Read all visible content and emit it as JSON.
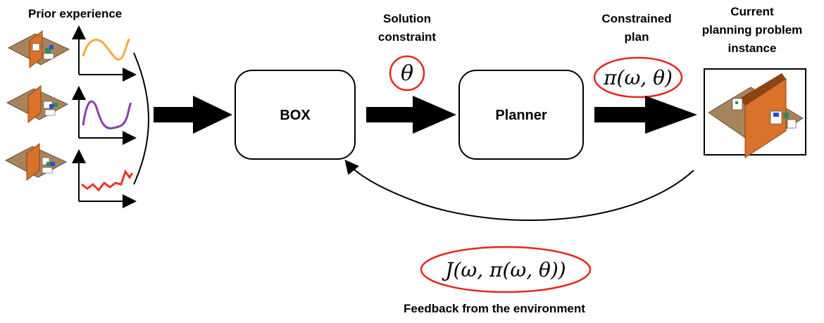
{
  "labels": {
    "prior": "Prior experience",
    "solution_line1": "Solution",
    "solution_line2": "constraint",
    "constrained_line1": "Constrained",
    "constrained_line2": "plan",
    "current_line1": "Current",
    "current_line2": "planning problem",
    "current_line3": "instance",
    "feedback": "Feedback from the environment"
  },
  "boxes": {
    "box": "BOX",
    "planner": "Planner"
  },
  "math": {
    "theta": "θ",
    "pi": "π(ω, θ)",
    "J": "J(ω, π(ω, θ))"
  },
  "colors": {
    "curve1": "#f5a93a",
    "curve2": "#8a3fa8",
    "curve3": "#e8362d",
    "ellipse": "#e0281f",
    "wall": "#d9722a",
    "floor": "#a8845c"
  }
}
